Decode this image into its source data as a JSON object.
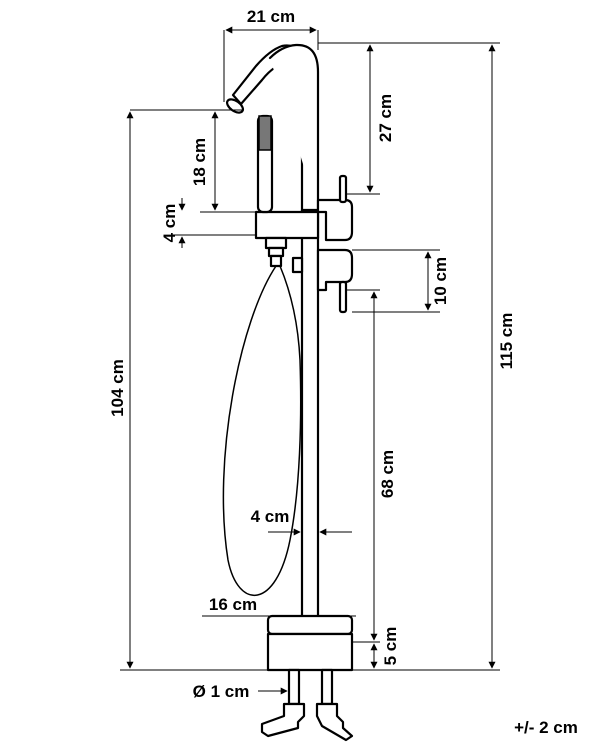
{
  "labels": {
    "spout_width": "21 cm",
    "spout_height": "27 cm",
    "shower_height": "18 cm",
    "handle_gap": "4 cm",
    "lever_height": "10 cm",
    "total_height_shower": "104 cm",
    "column_height": "68 cm",
    "column_diameter": "4 cm",
    "base_width": "16 cm",
    "base_height": "5 cm",
    "pipe_diameter": "Ø 1 cm",
    "total_height": "115 cm",
    "tolerance": "+/- 2 cm"
  }
}
